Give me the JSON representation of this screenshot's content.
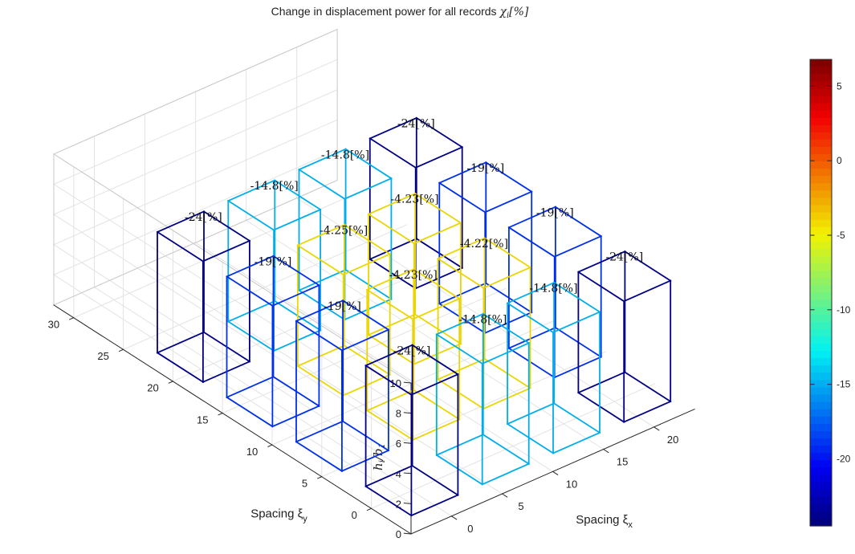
{
  "chart_data": {
    "type": "bar3d",
    "title": "Change in displacement power for all records",
    "title_symbol": "χ",
    "title_sub": "i",
    "title_unit": "[%]",
    "xlabel": "Spacing ξ",
    "xlabel_sub": "x",
    "ylabel": "Spacing ξ",
    "ylabel_sub": "y",
    "zlabel_num": "h",
    "zlabel_num_sub": "i",
    "zlabel_den": "b",
    "zlabel_den_sub": "1",
    "x_ticks": [
      0,
      5,
      10,
      15,
      20
    ],
    "y_ticks": [
      0,
      5,
      10,
      15,
      20,
      25,
      30
    ],
    "z_ticks": [
      0,
      2,
      4,
      6,
      8,
      10
    ],
    "xlim": [
      -4,
      24
    ],
    "ylim": [
      -4,
      32
    ],
    "zlim": [
      0,
      10
    ],
    "grid": true,
    "bar_height": 8,
    "bars": [
      {
        "x": 0,
        "y": 0,
        "value": -24,
        "label": "-24[%]"
      },
      {
        "x": 0,
        "y": 7,
        "value": -19,
        "label": "-19[%]"
      },
      {
        "x": 0,
        "y": 14,
        "value": -19,
        "label": "-19[%]"
      },
      {
        "x": 0,
        "y": 21,
        "value": -24,
        "label": "-24[%]"
      },
      {
        "x": 7,
        "y": 0,
        "value": -14.8,
        "label": "-14.8[%]"
      },
      {
        "x": 7,
        "y": 7,
        "value": -4.23,
        "label": "-4.23[%]"
      },
      {
        "x": 7,
        "y": 14,
        "value": -4.25,
        "label": "-4.25[%]"
      },
      {
        "x": 7,
        "y": 21,
        "value": -14.8,
        "label": "-14.8[%]"
      },
      {
        "x": 14,
        "y": 0,
        "value": -14.8,
        "label": "-14.8[%]"
      },
      {
        "x": 14,
        "y": 7,
        "value": -4.22,
        "label": "-4.22[%]"
      },
      {
        "x": 14,
        "y": 14,
        "value": -4.23,
        "label": "-4.23[%]"
      },
      {
        "x": 14,
        "y": 21,
        "value": -14.8,
        "label": "-14.8[%]"
      },
      {
        "x": 21,
        "y": 0,
        "value": -24,
        "label": "-24[%]"
      },
      {
        "x": 21,
        "y": 7,
        "value": -19,
        "label": "-19[%]"
      },
      {
        "x": 21,
        "y": 14,
        "value": -19,
        "label": "-19[%]"
      },
      {
        "x": 21,
        "y": 21,
        "value": -24,
        "label": "-24[%]"
      }
    ],
    "colorbar": {
      "colormap": "jet",
      "min": -24.5,
      "max": 6.8,
      "ticks": [
        5,
        0,
        -5,
        -10,
        -15,
        -20
      ]
    }
  }
}
